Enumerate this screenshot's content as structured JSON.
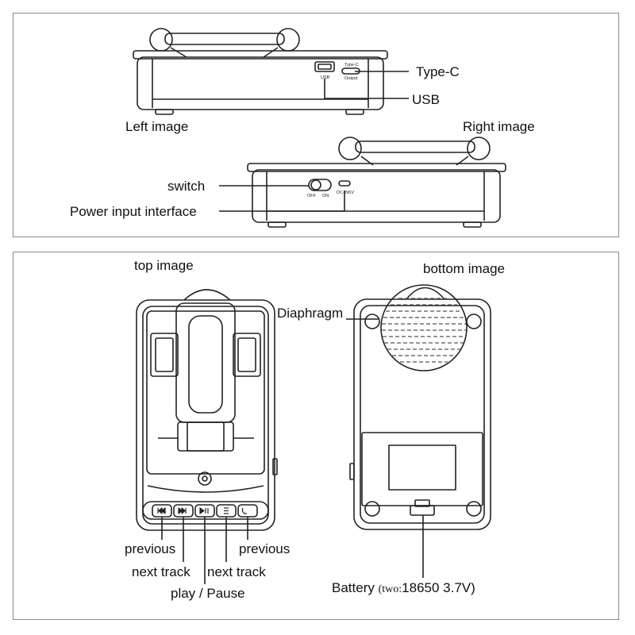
{
  "side_views": {
    "left_caption": "Left image",
    "right_caption": "Right image",
    "labels": {
      "type_c": "Type-C",
      "usb": "USB",
      "switch": "switch",
      "power_input": "Power input interface"
    },
    "port_marks": {
      "usb": "USB",
      "type_c": "Type-C",
      "output": "Output",
      "off": "OFF",
      "on": "ON",
      "dc": "DC-IN5V"
    }
  },
  "top_bottom_views": {
    "top_caption": "top image",
    "bottom_caption": "bottom image",
    "labels": {
      "diaphragm": "Diaphragm",
      "previous_left": "previous",
      "next_track_left": "next track",
      "next_track_right": "next track",
      "previous_right": "previous",
      "play_pause": "play / Pause",
      "battery": "Battery",
      "battery_spec_prefix": "(two:",
      "battery_spec": "18650 3.7V)"
    },
    "button_icons": [
      "previous-icon",
      "next-icon",
      "play-pause-icon",
      "mode-icon",
      "phone-icon"
    ]
  }
}
